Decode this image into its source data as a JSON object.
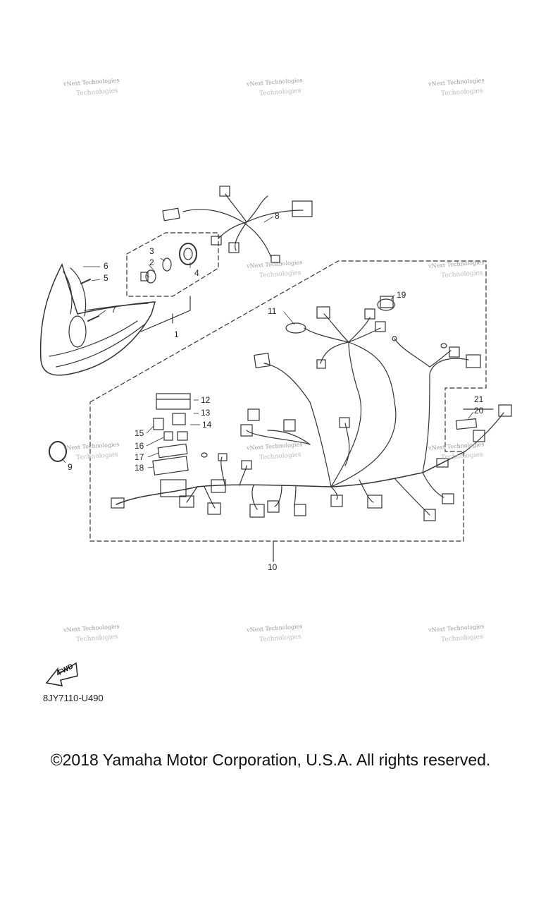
{
  "watermark": {
    "line1": "vNext Technologies",
    "line2": "Technologies"
  },
  "callouts": [
    "1",
    "2",
    "3",
    "4",
    "5",
    "6",
    "7",
    "8",
    "9",
    "10",
    "11",
    "12",
    "13",
    "14",
    "15",
    "16",
    "17",
    "18",
    "19",
    "20",
    "21"
  ],
  "fwd_label": "FWD",
  "diagram_code": "8JY7110-U490",
  "copyright": "©2018 Yamaha Motor Corporation, U.S.A. All rights reserved."
}
